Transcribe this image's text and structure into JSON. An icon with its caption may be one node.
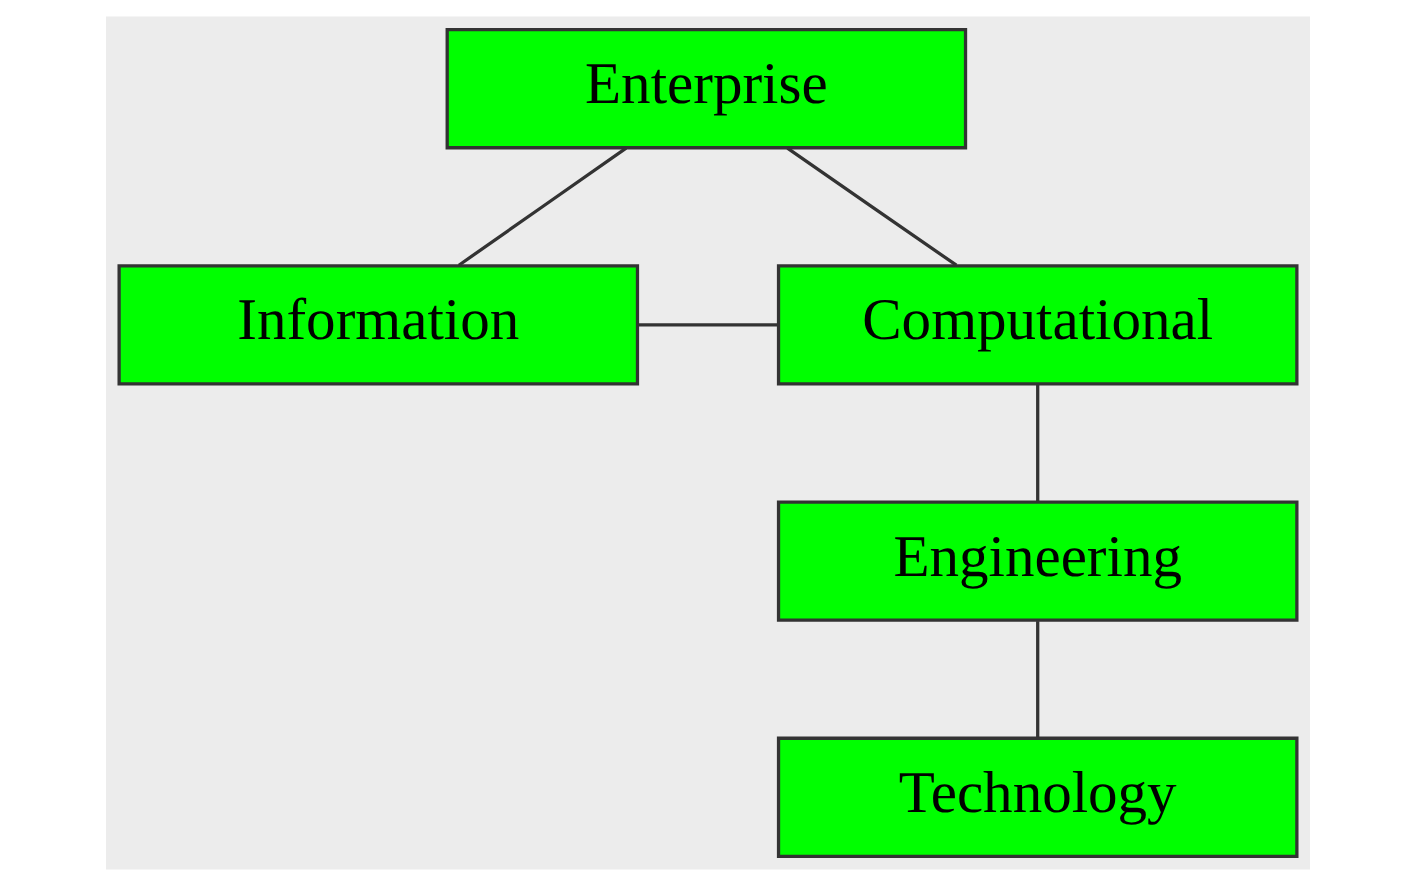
{
  "diagram": {
    "nodes": [
      {
        "text": [
          "Enterprise"
        ]
      },
      {
        "text": [
          "Information"
        ]
      },
      {
        "text": [
          "Computational"
        ]
      },
      {
        "text": [
          "Engineering"
        ]
      },
      {
        "text": [
          "Technology"
        ]
      }
    ],
    "edges": [
      {
        "from": 0,
        "to": 1,
        "arrow": "none"
      },
      {
        "from": 0,
        "to": 2,
        "arrow": "none"
      },
      {
        "from": 1,
        "to": 2,
        "arrow": "none"
      },
      {
        "from": 2,
        "to": 3,
        "arrow": "none"
      },
      {
        "from": 3,
        "to": 4,
        "arrow": "none"
      }
    ]
  }
}
